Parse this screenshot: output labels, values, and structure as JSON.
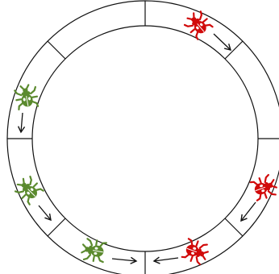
{
  "diagram": {
    "ring": {
      "segments": 8
    },
    "colors": {
      "outline": "#111111",
      "background": "#ffffff",
      "green_bug": "#5b8a2e",
      "red_bug": "#d10a0a"
    },
    "bugs": [
      {
        "id": "red-bug-top",
        "color": "red",
        "icon": "beetle-icon",
        "arrow": "clockwise"
      },
      {
        "id": "red-bug-right",
        "color": "red",
        "icon": "beetle-icon",
        "arrow": "clockwise"
      },
      {
        "id": "red-bug-bottom",
        "color": "red",
        "icon": "beetle-icon",
        "arrow": "clockwise"
      },
      {
        "id": "green-bug-left-top",
        "color": "green",
        "icon": "beetle-icon",
        "arrow": "counterclockwise"
      },
      {
        "id": "green-bug-left-bottom",
        "color": "green",
        "icon": "beetle-icon",
        "arrow": "counterclockwise"
      },
      {
        "id": "green-bug-bottom",
        "color": "green",
        "icon": "beetle-icon",
        "arrow": "counterclockwise"
      }
    ]
  }
}
